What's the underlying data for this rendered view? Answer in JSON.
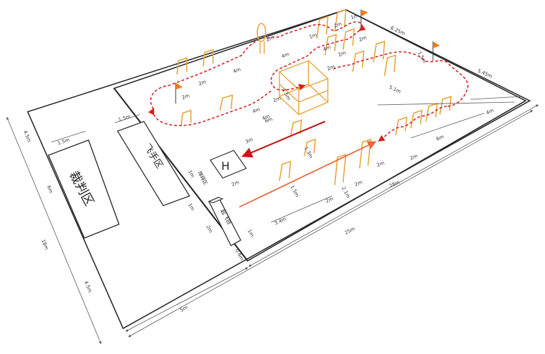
{
  "zones": {
    "judge": "裁判区",
    "pilot": "飞手区",
    "takeoff": "起飞台",
    "helipad": "H",
    "obstacle": "障碍区"
  },
  "dims": {
    "outer_len": "25m",
    "outer_len2": "25m",
    "outer_wid": "18m",
    "bottom_5m": "5m",
    "left_4_5_top": "4.5m",
    "left_6": "6m",
    "left_4_5_bot": "4.5m",
    "judge_1_5": "1.5m",
    "pilot_1_5": "1.5m",
    "pilot_1": "1m",
    "takeoff_1": "1m",
    "takeoff_2": "2m",
    "takeoff_0_4": "0.4m",
    "takeoff_side": "1m",
    "d3_4": "3.4m",
    "d2a": "2m",
    "d2b": "2m",
    "d1_5a": "1.5m",
    "d1_5b": "1.5m",
    "d2_1": "2.1m",
    "d3m": "3m",
    "d1_3": "1.3m",
    "d2c": "2m",
    "d28": "28m",
    "d6a": "6m",
    "d4a": "4m",
    "d5_1": "5.1m",
    "d5_45": "5.45m",
    "d6_25": "6.25m",
    "d4b": "4m",
    "d4c": "4m",
    "d2d": "2m",
    "d2e": "2m",
    "d4d": "4m",
    "d2f": "2m",
    "d2g": "2m",
    "d2h": "2m",
    "d1a": "1m",
    "d1b": "1m",
    "d4e": "4m",
    "d2i": "2m",
    "d4f": "4m",
    "d1_5c": "1.5m",
    "d2j": "2m",
    "d2k": "2m",
    "d6b": "6m",
    "d2l": "2m",
    "d2m": "2m"
  },
  "colors": {
    "outline": "#2a2a2a",
    "gate": "#e8a33a",
    "path": "#d81e1e",
    "arrow_dark": "#c41818",
    "arrow_light": "#e8673a",
    "flag": "#f07a1a",
    "dimline": "#555555"
  }
}
